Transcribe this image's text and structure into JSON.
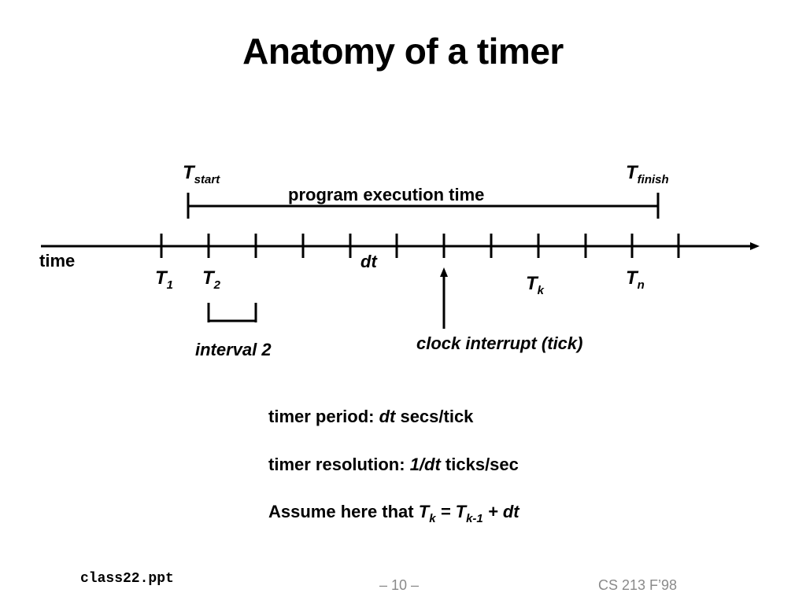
{
  "slide": {
    "title": "Anatomy of a timer",
    "labels": {
      "t_start_base": "T",
      "t_start_sub": "start",
      "t_finish_base": "T",
      "t_finish_sub": "finish",
      "program_execution": "program execution time",
      "time": "time",
      "dt": "dt",
      "t1_base": "T",
      "t1_sub": "1",
      "t2_base": "T",
      "t2_sub": "2",
      "tk_base": "T",
      "tk_sub": "k",
      "tn_base": "T",
      "tn_sub": "n",
      "interval": "interval 2",
      "clock_interrupt": "clock interrupt (tick)"
    },
    "notes": {
      "period_prefix": "timer period: ",
      "period_var": "dt",
      "period_suffix": " secs/tick",
      "resolution_prefix": "timer resolution: ",
      "resolution_var": "1/dt",
      "resolution_suffix": " ticks/sec",
      "assume_prefix": "Assume here that ",
      "assume_tk": "T",
      "assume_tk_sub": "k",
      "assume_eq": " = ",
      "assume_tk1": "T",
      "assume_tk1_sub": "k-1",
      "assume_plus": " +  ",
      "assume_dt": "dt"
    },
    "footer": {
      "file": "class22.ppt",
      "page": "– 10 –",
      "course": "CS 213 F’98"
    }
  }
}
